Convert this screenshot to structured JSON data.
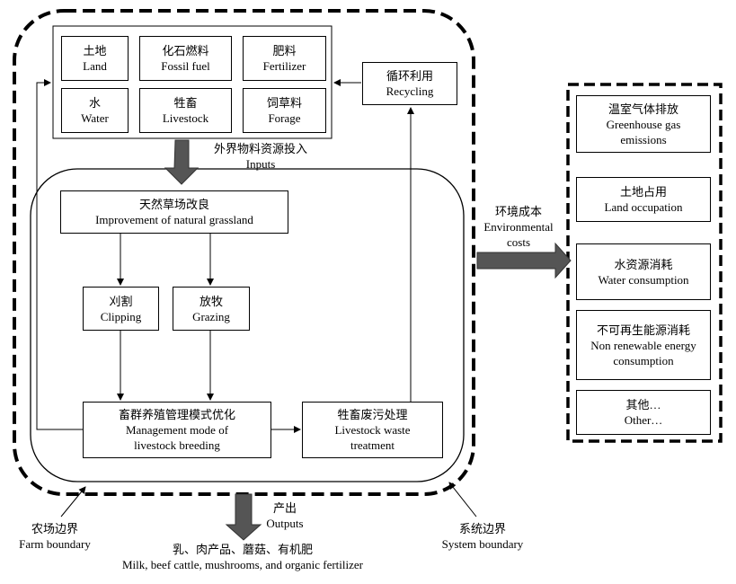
{
  "inputs": {
    "land": {
      "zh": "土地",
      "en": "Land"
    },
    "fossil_fuel": {
      "zh": "化石燃料",
      "en": "Fossil fuel"
    },
    "fertilizer": {
      "zh": "肥料",
      "en": "Fertilizer"
    },
    "water": {
      "zh": "水",
      "en": "Water"
    },
    "livestock": {
      "zh": "牲畜",
      "en": "Livestock"
    },
    "forage": {
      "zh": "饲草料",
      "en": "Forage"
    }
  },
  "inputs_label": {
    "zh": "外界物料资源投入",
    "en": "Inputs"
  },
  "recycling": {
    "zh": "循环利用",
    "en": "Recycling"
  },
  "grassland": {
    "zh": "天然草场改良",
    "en": "Improvement of natural grassland"
  },
  "clipping": {
    "zh": "刈割",
    "en": "Clipping"
  },
  "grazing": {
    "zh": "放牧",
    "en": "Grazing"
  },
  "management": {
    "zh": "畜群养殖管理模式优化",
    "en1": "Management mode of",
    "en2": "livestock breeding"
  },
  "waste": {
    "zh": "牲畜废污处理",
    "en1": "Livestock waste",
    "en2": "treatment"
  },
  "environmental_costs": {
    "zh": "环境成本",
    "en1": "Environmental",
    "en2": "costs"
  },
  "costs": {
    "ghg": {
      "zh": "温室气体排放",
      "en1": "Greenhouse gas",
      "en2": "emissions"
    },
    "land": {
      "zh": "土地占用",
      "en": "Land occupation"
    },
    "water": {
      "zh": "水资源消耗",
      "en": "Water consumption"
    },
    "energy": {
      "zh": "不可再生能源消耗",
      "en1": "Non renewable energy",
      "en2": "consumption"
    },
    "other": {
      "zh": "其他…",
      "en": "Other…"
    }
  },
  "outputs_label": {
    "zh": "产出",
    "en": "Outputs"
  },
  "outputs_detail": {
    "zh": "乳、肉产品、蘑菇、有机肥",
    "en": "Milk, beef cattle, mushrooms, and organic fertilizer"
  },
  "farm_boundary": {
    "zh": "农场边界",
    "en": "Farm boundary"
  },
  "system_boundary": {
    "zh": "系统边界",
    "en": "System boundary"
  }
}
